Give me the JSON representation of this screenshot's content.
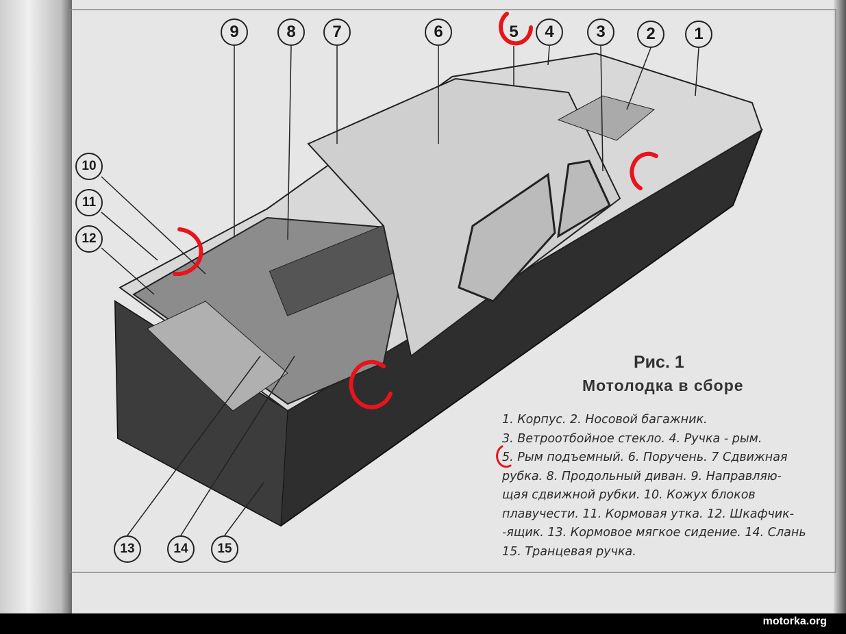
{
  "figure": {
    "number": "Рис. 1",
    "title": "Мотолодка в сборе"
  },
  "callouts": [
    "1",
    "2",
    "3",
    "4",
    "5",
    "6",
    "7",
    "8",
    "9",
    "10",
    "11",
    "12",
    "13",
    "14",
    "15"
  ],
  "legend_lines": [
    "1. Корпус.   2. Носовой багажник.",
    "3. Ветроотбойное стекло.  4. Ручка - рым.",
    "5. Рым подъемный.   6. Поручень. 7 Сдвижная",
    "рубка.  8. Продольный диван.  9. Направляю-",
    "щая сдвижной рубки.  10. Кожух блоков",
    "плавучести.  11. Кормовая утка.  12. Шкафчик-",
    "-ящик.  13. Кормовое мягкое сидение.  14. Слань",
    "15. Транцевая ручка."
  ],
  "watermark": "motorka.org",
  "colors": {
    "annotation": "#e8141c",
    "paper": "#e6e6e6",
    "ink": "#222222"
  }
}
